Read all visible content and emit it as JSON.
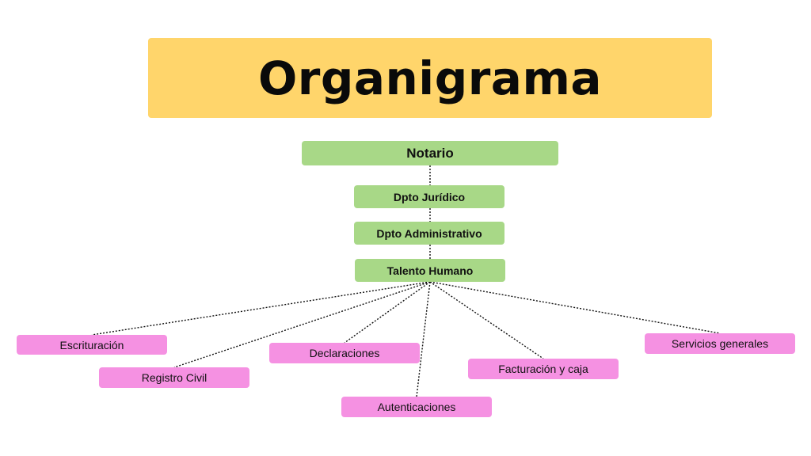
{
  "title": "Organigrama",
  "colors": {
    "title_background": "#ffd56b",
    "management_nodes": "#a8d887",
    "area_nodes": "#f591e2",
    "connector": "#111111"
  },
  "hierarchy": {
    "top": "Notario",
    "chain": [
      "Dpto Jurídico",
      "Dpto Administrativo",
      "Talento Humano"
    ]
  },
  "areas": [
    "Escrituración",
    "Registro Civil",
    "Declaraciones",
    "Autenticaciones",
    "Facturación y caja",
    "Servicios generales"
  ]
}
